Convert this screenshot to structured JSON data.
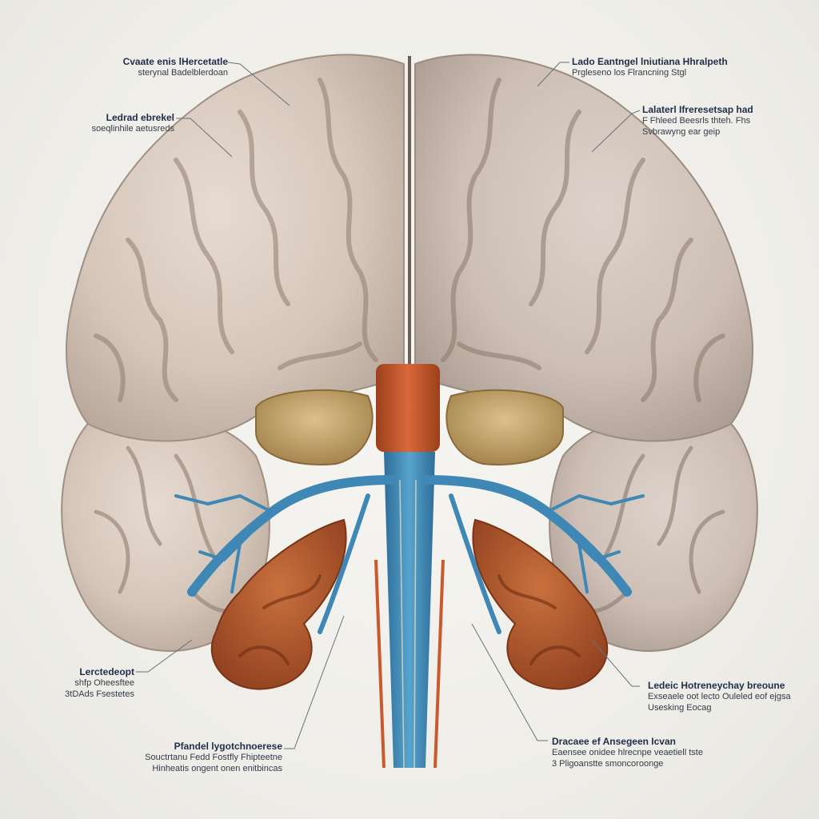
{
  "colors": {
    "cortex": "#d9cbc0",
    "cortex_shadow": "#a8968a",
    "sulcus": "#8f7c70",
    "thalamus": "#c9a46a",
    "stem_orange": "#c85a2c",
    "vessel_blue": "#3f87b5",
    "cerebellum_orange": "#b35a2c",
    "leader": "#6c6f78",
    "label_title": "#1f2d4a"
  },
  "labels": [
    {
      "id": "tl1",
      "title": "Cvaate enis lHercetatle",
      "sub": [
        "sterynal Badelblerdoan"
      ]
    },
    {
      "id": "tl2",
      "title": "Ledrad ebrekel",
      "sub": [
        "soeqlinhile aetusreds"
      ]
    },
    {
      "id": "tr1",
      "title": "Lado Eantngel lniutiana Hhralpeth",
      "sub": [
        "Prgleseno los Flrancning Stgl"
      ]
    },
    {
      "id": "tr2",
      "title": "Lalaterl Ifreresetsap had",
      "sub": [
        "F Fhleed Beesrls thteh. Fhs",
        "Svbrawyng ear geip"
      ]
    },
    {
      "id": "bl1",
      "title": "Lerctedeopt",
      "sub": [
        "shfp Oheesftee",
        "3tDAds Fsestetes"
      ]
    },
    {
      "id": "bl2",
      "title": "Pfandel lygotchnoerese",
      "sub": [
        "Souctrtanu Fedd Fostfly Fhipteetne",
        "Hinheatis ongent onen enitbincas"
      ]
    },
    {
      "id": "br1",
      "title": "Ledeic Hotreneychay breoune",
      "sub": [
        "Exseaele oot lecto Ouleled eof ejgsa",
        "Usesking Eocag"
      ]
    },
    {
      "id": "br2",
      "title": "Dracaee ef Ansegeen Icvan",
      "sub": [
        "Eaensee onidee hlrecnpe veaetiell tste",
        "3 Pligoanstte smoncoroonge"
      ]
    }
  ]
}
